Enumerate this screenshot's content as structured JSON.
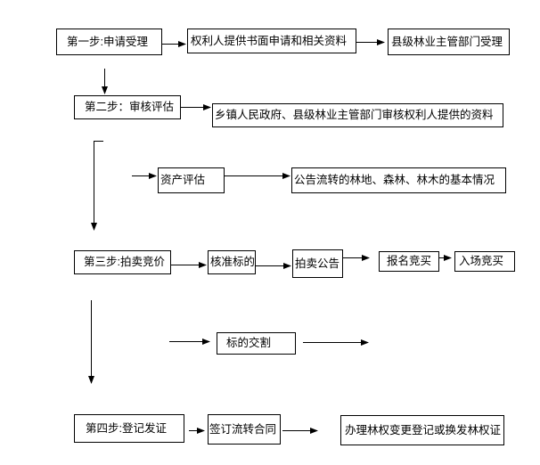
{
  "colors": {
    "line": "#000000",
    "box_border": "#000000",
    "background": "#ffffff",
    "text": "#000000"
  },
  "flowchart": {
    "nodes": {
      "step1": "第一步:申请受理",
      "step1_apply": "权利人提供书面申请和相关资料",
      "step1_accept": "县级林业主管部门受理",
      "step2": "第二步：审核评估",
      "step2_review": "乡镇人民政府、县级林业主管部门审核权利人提供的资料",
      "asset_evaluation": "资产评估",
      "announcement": "公告流转的林地、森林、林木的基本情况",
      "step3": "第三步:拍卖竞价",
      "approve_subject": "核准标的",
      "auction_notice": "拍卖公告",
      "register_bidding": "报名竞买",
      "enter_bidding": "入场竞买",
      "subject_delivery": "标的交割",
      "step4": "第四步:登记发证",
      "sign_contract": "签订流转合同",
      "register_change": "办理林权变更登记或换发林权证"
    }
  }
}
